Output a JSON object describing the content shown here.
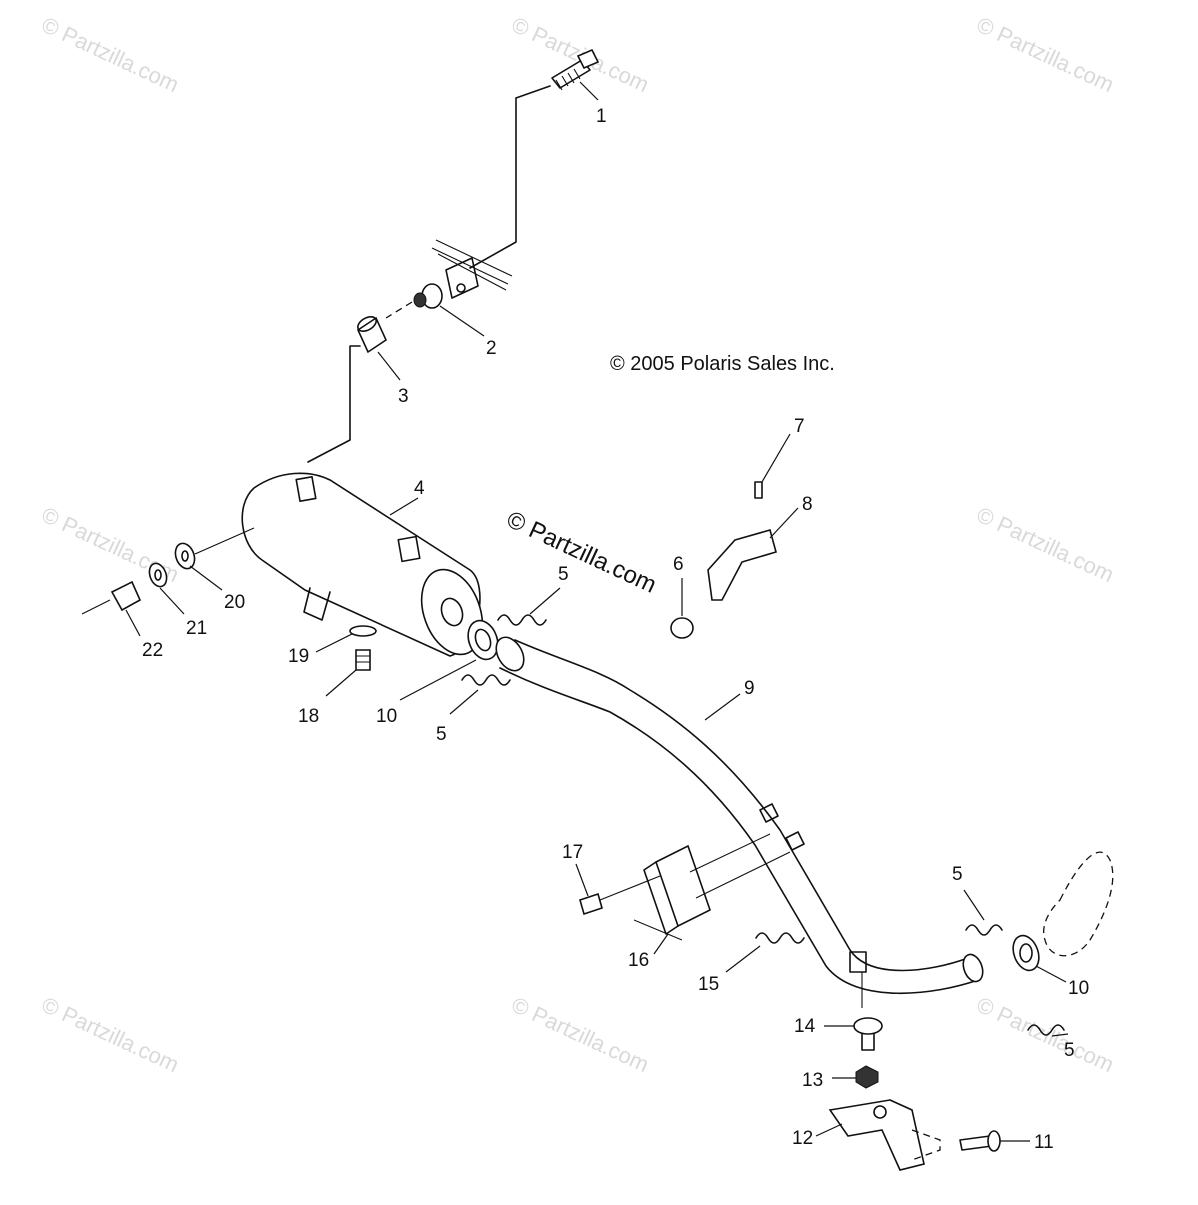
{
  "copyright": "© 2005 Polaris Sales Inc.",
  "center_watermark": "© Partzilla.com",
  "watermark_text": "© Partzilla.com",
  "callouts": [
    {
      "label": "1"
    },
    {
      "label": "2"
    },
    {
      "label": "3"
    },
    {
      "label": "4"
    },
    {
      "label": "5"
    },
    {
      "label": "5"
    },
    {
      "label": "5"
    },
    {
      "label": "5"
    },
    {
      "label": "6"
    },
    {
      "label": "7"
    },
    {
      "label": "8"
    },
    {
      "label": "9"
    },
    {
      "label": "10"
    },
    {
      "label": "10"
    },
    {
      "label": "11"
    },
    {
      "label": "12"
    },
    {
      "label": "13"
    },
    {
      "label": "14"
    },
    {
      "label": "15"
    },
    {
      "label": "16"
    },
    {
      "label": "17"
    },
    {
      "label": "18"
    },
    {
      "label": "19"
    },
    {
      "label": "20"
    },
    {
      "label": "21"
    },
    {
      "label": "22"
    }
  ]
}
